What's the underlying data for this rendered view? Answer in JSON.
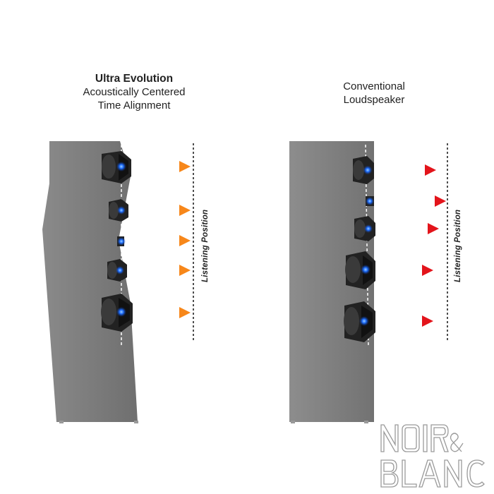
{
  "left": {
    "title_bold": "Ultra Evolution",
    "subtitle_line1": "Acoustically Centered",
    "subtitle_line2": "Time Alignment",
    "axis_label": "Listening Position",
    "arrow_color": "#f58a1f"
  },
  "right": {
    "title_line1": "Conventional",
    "title_line2": "Loudspeaker",
    "axis_label": "Listening Position",
    "arrow_color": "#e3141b"
  },
  "colors": {
    "cabinet": "#777777",
    "driver_blue": "#1f6fff",
    "arrow_start": "#4a6fd9"
  },
  "logo": {
    "line1": "NOIR&",
    "line2": "BLANC"
  }
}
